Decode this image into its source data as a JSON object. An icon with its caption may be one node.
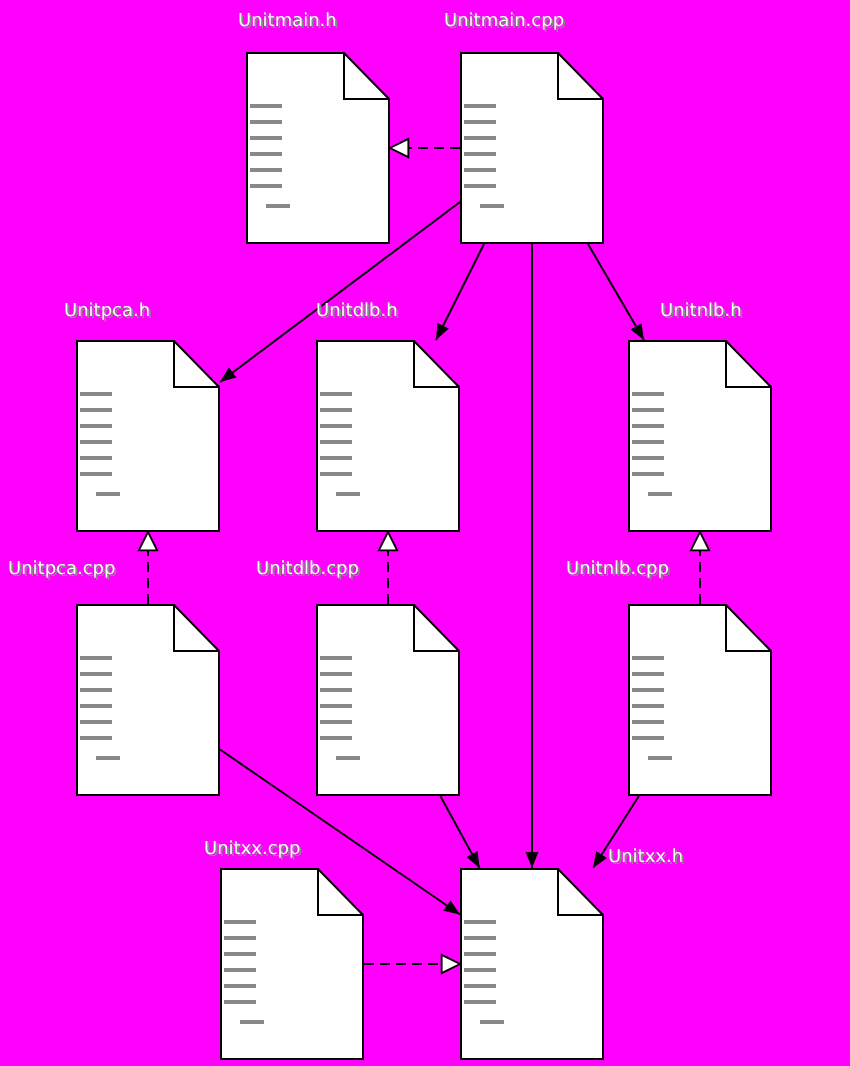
{
  "diagram": {
    "nodes": [
      {
        "text": [
          "Unitmain.h"
        ]
      },
      {
        "text": [
          "Unitmain.cpp"
        ]
      },
      {
        "text": [
          "Unitpca.h"
        ]
      },
      {
        "text": [
          "Unitdlb.h"
        ]
      },
      {
        "text": [
          "Unitnlb.h"
        ]
      },
      {
        "text": [
          "Unitpca.cpp"
        ]
      },
      {
        "text": [
          "Unitdlb.cpp"
        ]
      },
      {
        "text": [
          "Unitnlb.cpp"
        ]
      },
      {
        "text": [
          "Unitxx.cpp"
        ]
      },
      {
        "text": [
          "Unitxx.h"
        ]
      }
    ],
    "edges": [
      {
        "from": 1,
        "to": 0,
        "arrow": "to",
        "style": "dashed"
      },
      {
        "from": 1,
        "to": 2,
        "arrow": "to"
      },
      {
        "from": 1,
        "to": 3,
        "arrow": "to"
      },
      {
        "from": 1,
        "to": 4,
        "arrow": "to"
      },
      {
        "from": 1,
        "to": 9,
        "arrow": "to"
      },
      {
        "from": 5,
        "to": 2,
        "arrow": "to",
        "style": "dashed"
      },
      {
        "from": 6,
        "to": 3,
        "arrow": "to",
        "style": "dashed"
      },
      {
        "from": 7,
        "to": 4,
        "arrow": "to",
        "style": "dashed"
      },
      {
        "from": 5,
        "to": 9,
        "arrow": "to"
      },
      {
        "from": 6,
        "to": 9,
        "arrow": "to"
      },
      {
        "from": 7,
        "to": 9,
        "arrow": "to"
      },
      {
        "from": 8,
        "to": 9,
        "arrow": "to",
        "style": "dashed"
      }
    ]
  }
}
